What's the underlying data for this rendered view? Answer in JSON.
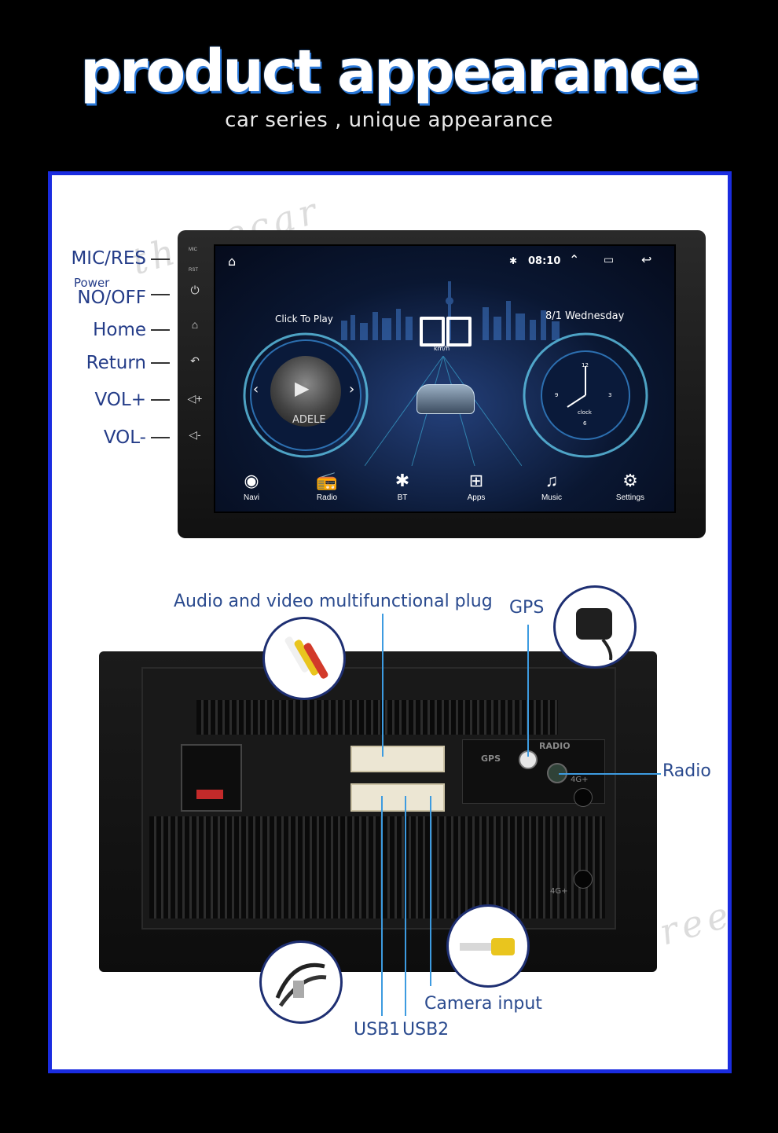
{
  "header": {
    "title": "product appearance",
    "subtitle": "car series , unique appearance"
  },
  "watermark": "threecar",
  "front_panel": {
    "tags": {
      "mic": "MIC",
      "rst": "RST"
    },
    "side_labels": {
      "mic_res": "MIC/RES",
      "power_small": "Power",
      "power": "NO/OFF",
      "home": "Home",
      "return": "Return",
      "vol_up": "VOL+",
      "vol_down": "VOL-"
    },
    "status_bar": {
      "time": "08:10"
    },
    "screen": {
      "click_to_play": "Click To Play",
      "album_text": "ADELE",
      "speed_unit": "km/h",
      "date": "8/1  Wednesday",
      "clock_label": "clock",
      "clock_numbers": {
        "n12": "12",
        "n3": "3",
        "n6": "6",
        "n9": "9"
      }
    },
    "dock": [
      {
        "label": "Navi",
        "icon": "location-pin-icon"
      },
      {
        "label": "Radio",
        "icon": "radio-icon"
      },
      {
        "label": "BT",
        "icon": "bluetooth-icon"
      },
      {
        "label": "Apps",
        "icon": "apps-grid-icon"
      },
      {
        "label": "Music",
        "icon": "music-note-icon"
      },
      {
        "label": "Settings",
        "icon": "gear-icon"
      }
    ]
  },
  "rear_panel": {
    "labels": {
      "av_plug": "Audio and video multifunctional plug",
      "gps": "GPS",
      "radio": "Radio",
      "camera": "Camera input",
      "usb1": "USB1",
      "usb2": "USB2"
    },
    "printed": {
      "gps": "GPS",
      "radio": "RADIO",
      "g4_a": "4G+",
      "g4_b": "4G+"
    }
  },
  "colors": {
    "frame_border": "#1a2ce0",
    "label_text": "#243c88",
    "callout_line": "#3d9be0"
  }
}
